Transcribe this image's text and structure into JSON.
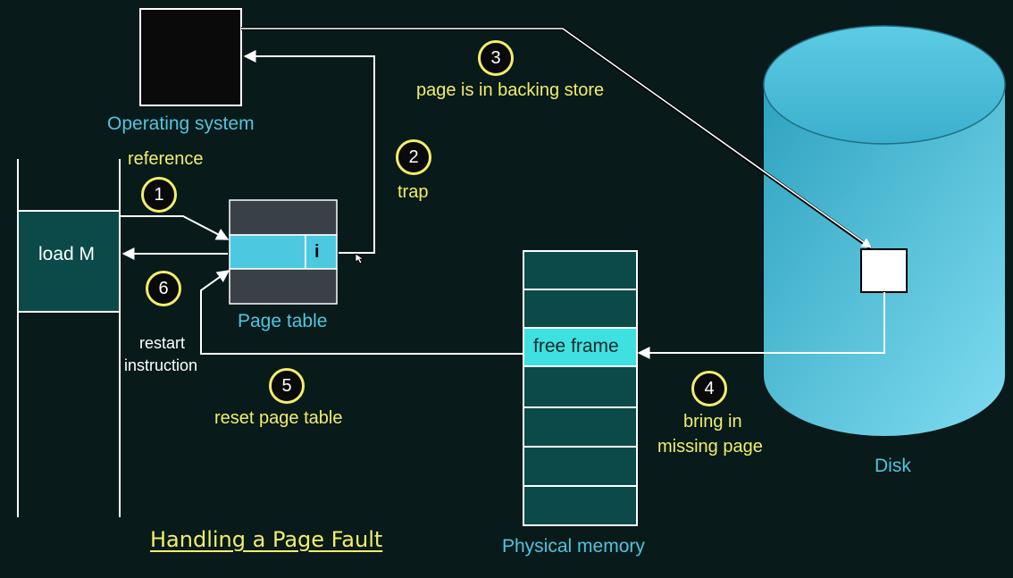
{
  "title": "Handling a Page Fault",
  "os": {
    "label": "Operating system"
  },
  "process": {
    "reference_label": "reference",
    "instruction": "load M",
    "restart_label": [
      "restart",
      "instruction"
    ]
  },
  "page_table": {
    "label": "Page table",
    "invalid_bit": "i"
  },
  "physical_memory": {
    "label": "Physical memory",
    "free_frame_label": "free frame"
  },
  "disk": {
    "label": "Disk"
  },
  "steps": [
    {
      "number": "1",
      "label": ""
    },
    {
      "number": "2",
      "label": "trap"
    },
    {
      "number": "3",
      "label": "page is in backing store"
    },
    {
      "number": "4",
      "label": [
        "bring in",
        "missing page"
      ]
    },
    {
      "number": "5",
      "label": "reset page table"
    },
    {
      "number": "6",
      "label": ""
    }
  ],
  "colors": {
    "background": "#081a19",
    "label_yellow": "#f2ee6a",
    "label_cyan": "#4fc6df",
    "frame_fill": "#0b4a48",
    "free_frame_fill": "#3fe0e0",
    "page_table_valid": "#4cc9e0",
    "page_table_empty": "#3a4048",
    "disk_fill": "#4fc3dd"
  }
}
